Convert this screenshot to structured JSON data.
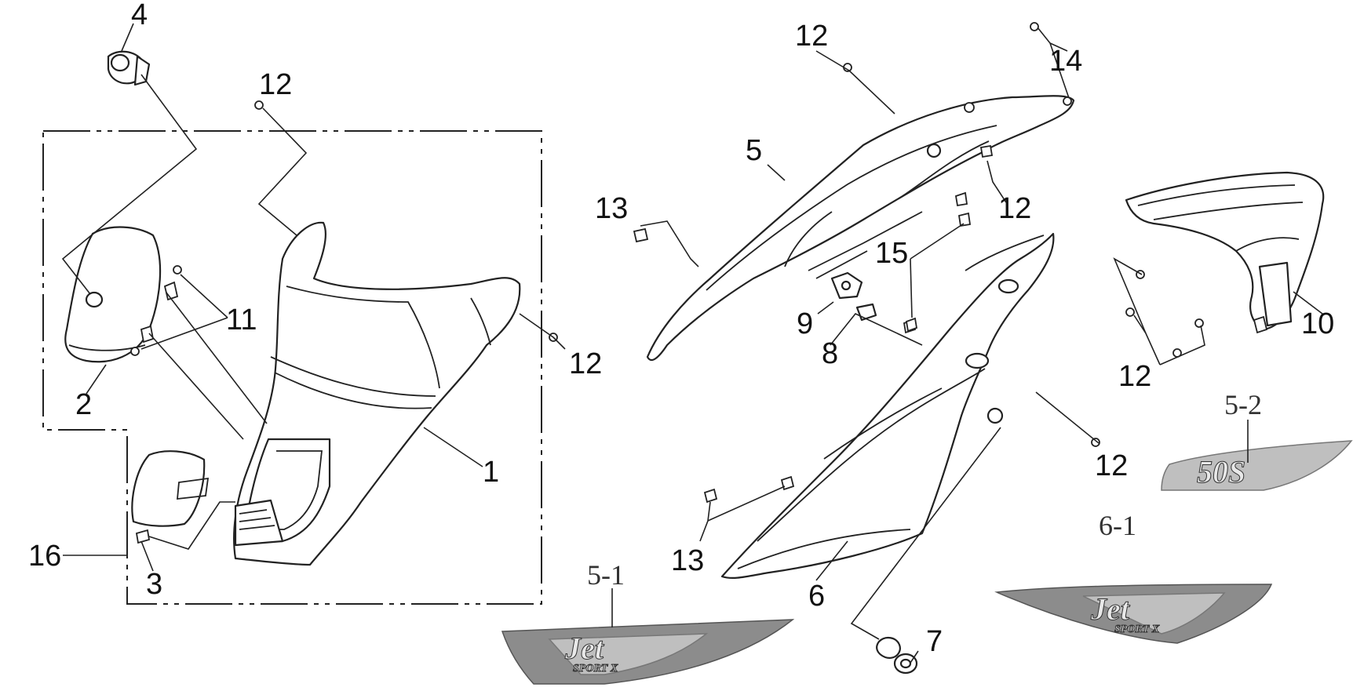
{
  "diagram": {
    "callouts": {
      "c1": "1",
      "c2": "2",
      "c3": "3",
      "c4": "4",
      "c5": "5",
      "c6": "6",
      "c7": "7",
      "c8": "8",
      "c9": "9",
      "c10": "10",
      "c11": "11",
      "c12": "12",
      "c13": "13",
      "c14": "14",
      "c15": "15",
      "c16": "16",
      "c5_1": "5-1",
      "c5_2": "5-2",
      "c6_1": "6-1"
    },
    "decals": {
      "jet_main": "Jet",
      "jet_sub": "SPORT X",
      "s50": "50S"
    }
  }
}
